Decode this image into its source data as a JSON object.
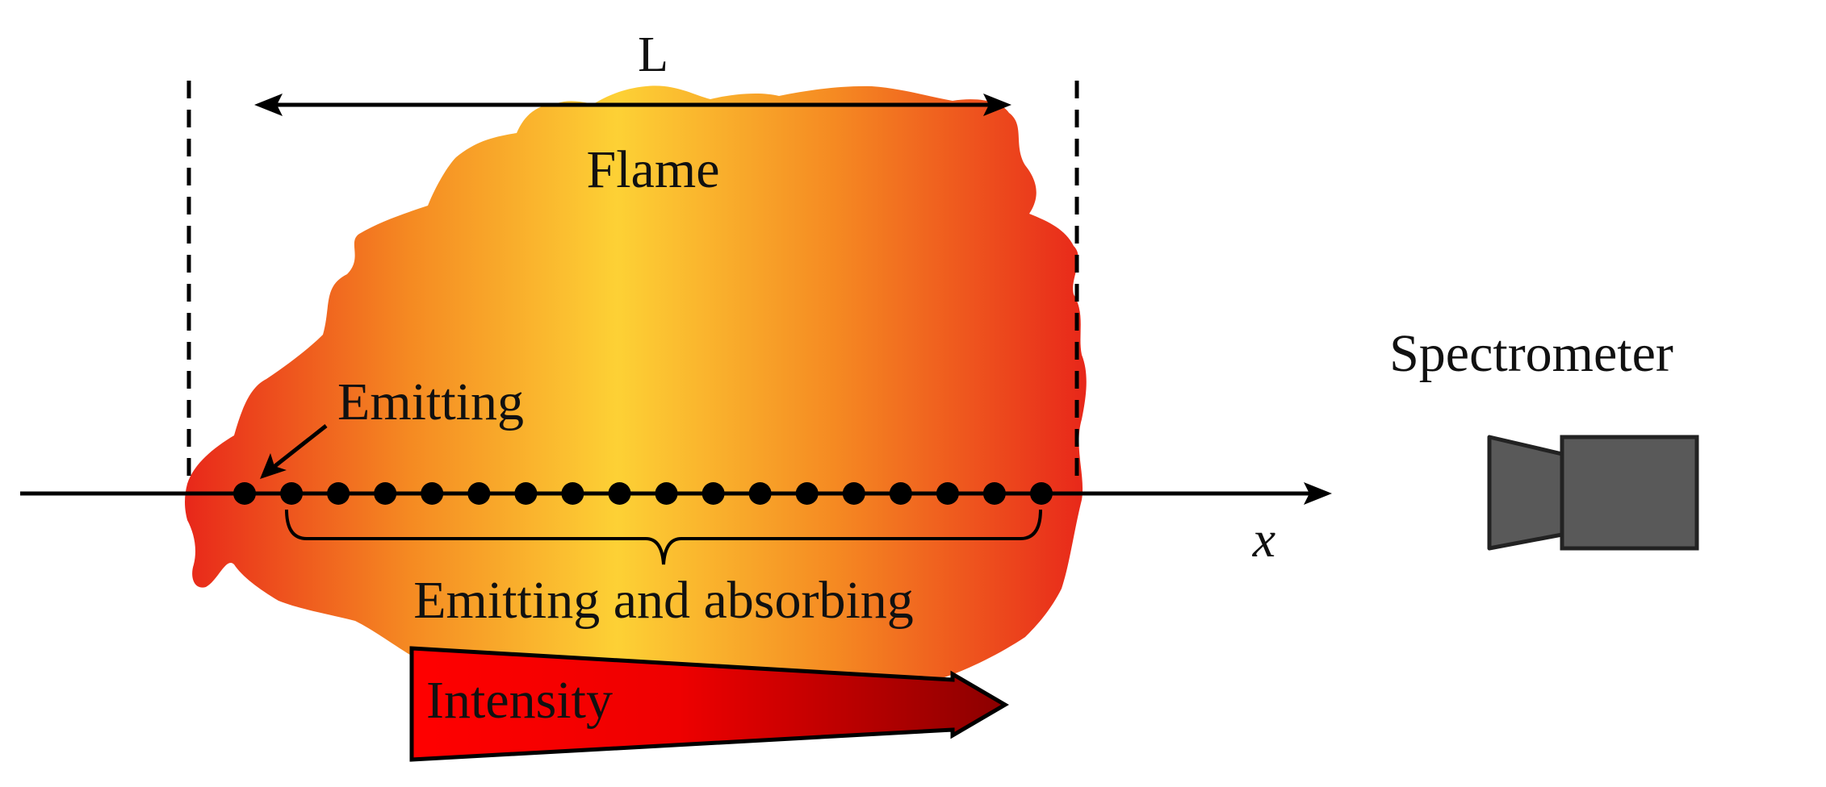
{
  "labels": {
    "length": "L",
    "flame": "Flame",
    "emitting": "Emitting",
    "emitting_absorbing": "Emitting and absorbing",
    "axis": "x",
    "intensity": "Intensity",
    "spectrometer": "Spectrometer"
  },
  "line_of_sight_points": 18,
  "colors": {
    "flame_edge": "#e8271a",
    "flame_mid": "#f58a22",
    "flame_center": "#fdd135",
    "intensity_light": "#ff0000",
    "intensity_dark": "#8b0000",
    "spectrometer_body": "#595959",
    "line": "#000000"
  },
  "icons": {
    "spectrometer": "camera-icon"
  }
}
